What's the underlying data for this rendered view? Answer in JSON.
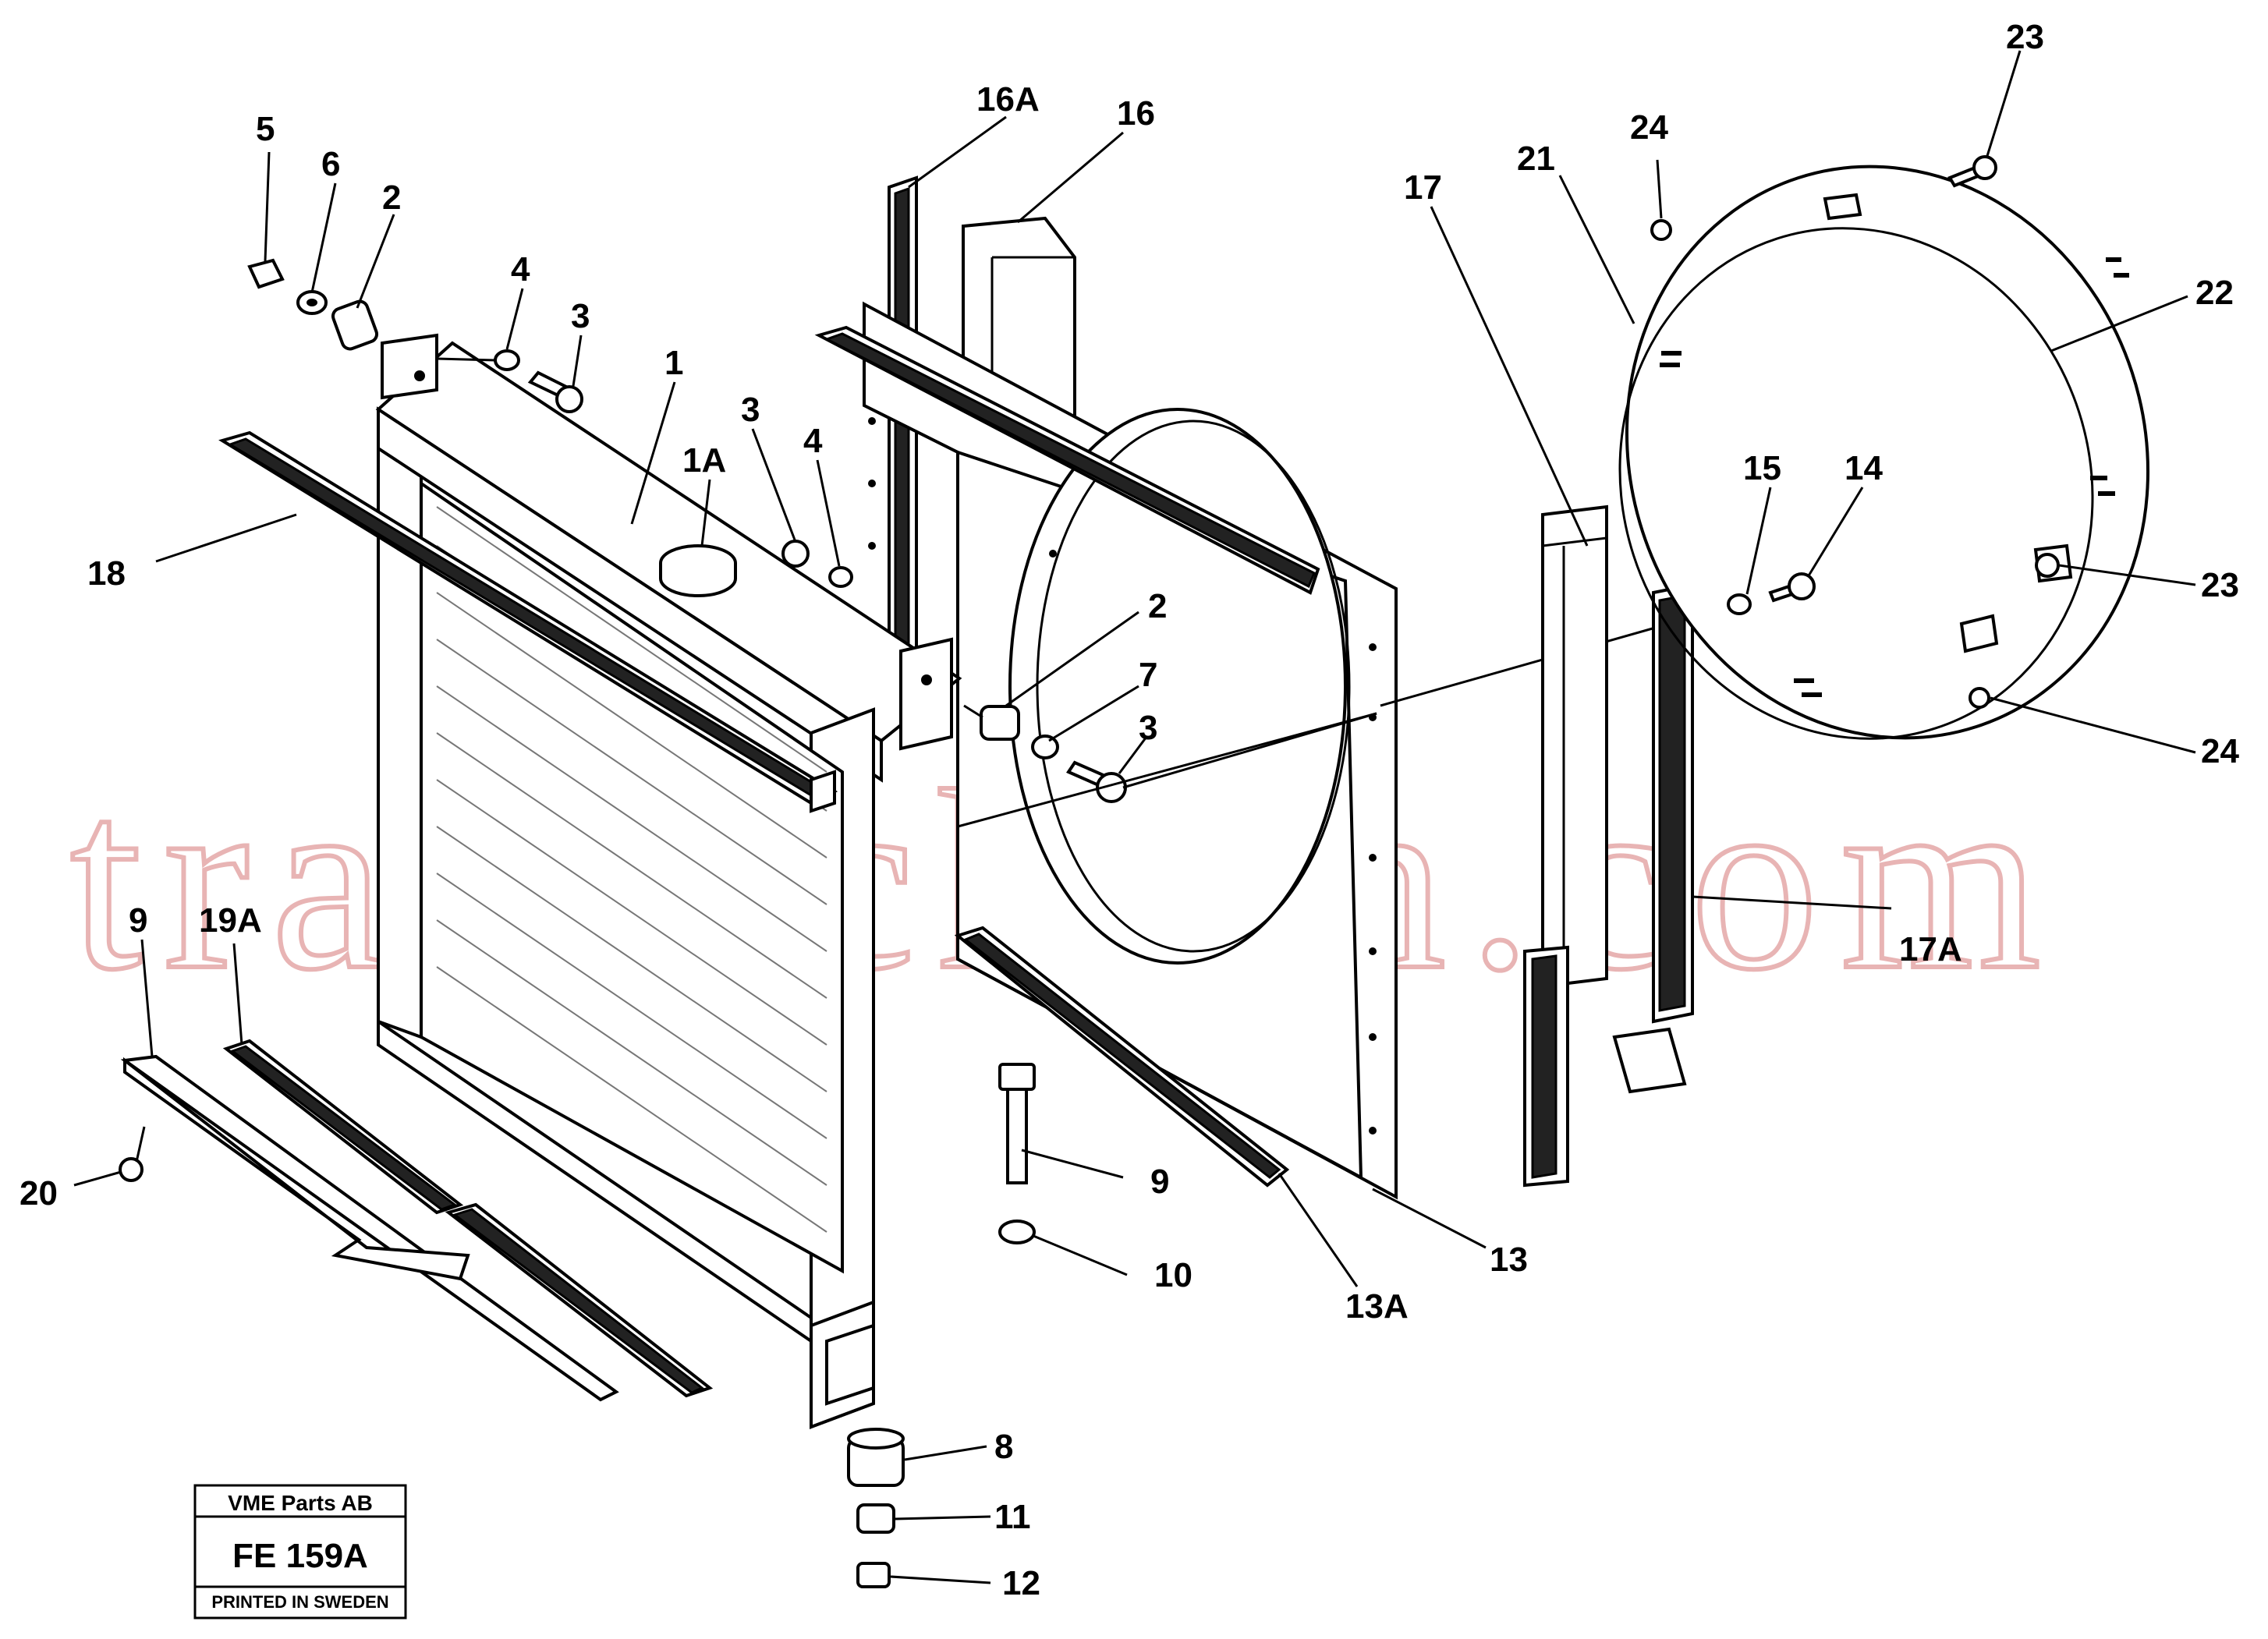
{
  "diagram": {
    "callouts": {
      "c1": "1",
      "c1A": "1A",
      "c2a": "2",
      "c2b": "2",
      "c3a": "3",
      "c3b": "3",
      "c3c": "3",
      "c4a": "4",
      "c4b": "4",
      "c5": "5",
      "c6": "6",
      "c7": "7",
      "c8": "8",
      "c9a": "9",
      "c9b": "9",
      "c10": "10",
      "c11": "11",
      "c12": "12",
      "c13": "13",
      "c13A": "13A",
      "c14": "14",
      "c15": "15",
      "c16": "16",
      "c16A": "16A",
      "c17": "17",
      "c17A": "17A",
      "c18": "18",
      "c19A": "19A",
      "c20": "20",
      "c21": "21",
      "c22": "22",
      "c23a": "23",
      "c23b": "23",
      "c24a": "24",
      "c24b": "24"
    },
    "title_block": {
      "company": "VME Parts AB",
      "drawing_number": "FE 159A",
      "printed": "PRINTED IN SWEDEN"
    },
    "watermark": "track-chain.com"
  }
}
